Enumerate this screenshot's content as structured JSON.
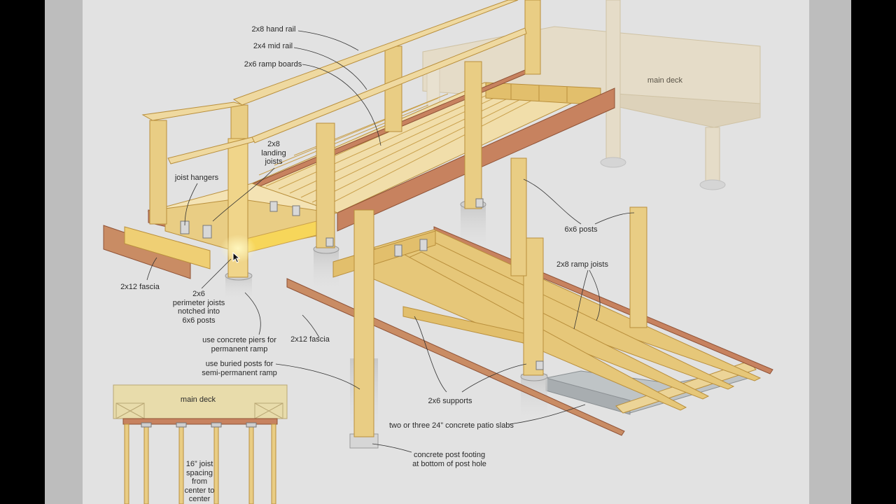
{
  "colors": {
    "outer_background": "#000000",
    "frame_gray": "#bdbdbd",
    "page": "#e2e2e2",
    "lumber_light": "#efd9a0",
    "lumber_mid": "#e2bf6c",
    "lumber_dark": "#c9a04c",
    "fascia_red": "#c7825f",
    "concrete": "#cfcfcf",
    "ghost_deck": "#e6dcc6"
  },
  "labels": {
    "hand_rail": "2x8 hand rail",
    "mid_rail": "2x4 mid rail",
    "ramp_boards": "2x6 ramp boards",
    "main_deck_ghost": "main deck",
    "landing_joists": [
      "2x8",
      "landing",
      "joists"
    ],
    "joist_hangers": "joist hangers",
    "posts_6x6": "6x6 posts",
    "ramp_joists": "2x8 ramp joists",
    "fascia_left": "2x12 fascia",
    "perimeter_joists": [
      "2x6",
      "perimeter joists",
      "notched into",
      "6x6 posts"
    ],
    "concrete_piers": [
      "use concrete piers for",
      "permanent ramp"
    ],
    "fascia_ramp": "2x12 fascia",
    "buried_posts": [
      "use buried posts for",
      "semi-permanent ramp"
    ],
    "supports": "2x6 supports",
    "patio_slabs": "two or three 24” concrete patio slabs",
    "post_footing": [
      "concrete post footing",
      "at bottom of post hole"
    ]
  },
  "inset": {
    "main_deck": "main deck",
    "joist_spacing": [
      "16” joist",
      "spacing",
      "from",
      "center to",
      "center"
    ]
  }
}
